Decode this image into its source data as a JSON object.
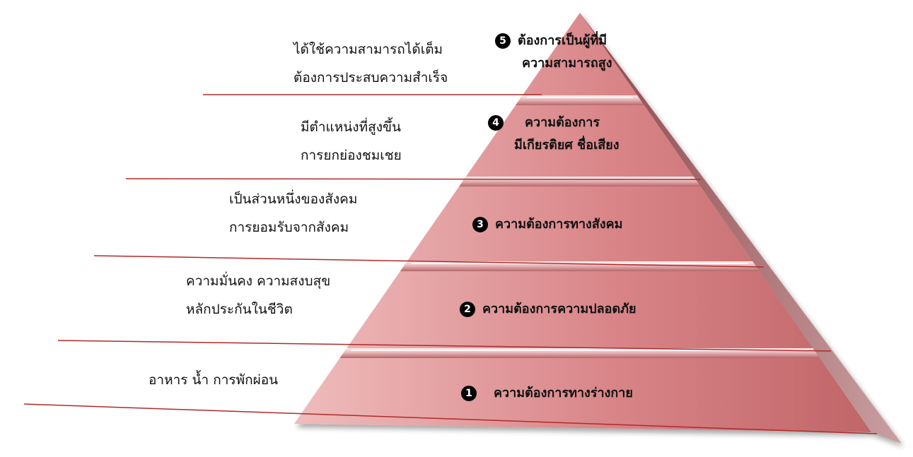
{
  "levels": [
    {
      "number": "1",
      "title_lines": [
        "ความต้องการทางร่างกาย"
      ],
      "desc_lines": [
        "อาหาร น้ำ การพักผ่อน"
      ]
    },
    {
      "number": "2",
      "title_lines": [
        "ความต้องการความปลอดภัย"
      ],
      "desc_lines": [
        "ความมั่นคง ความสงบสุข",
        "หลักประกันในชีวิต"
      ]
    },
    {
      "number": "3",
      "title_lines": [
        "ความต้องการทางสังคม"
      ],
      "desc_lines": [
        "เป็นส่วนหนึ่งของสังคม",
        "การยอมรับจากสังคม"
      ]
    },
    {
      "number": "4",
      "title_lines": [
        "ความต้องการ",
        "มีเกียรติยศ ชื่อเสียง"
      ],
      "desc_lines": [
        "มีตำแหน่งที่สูงขึ้น",
        "การยกย่องชมเชย"
      ]
    },
    {
      "number": "5",
      "title_lines": [
        "ต้องการเป็นผู้ที่มี",
        "ความสามารถสูง"
      ],
      "desc_lines": [
        "ได้ใช้ความสามารถได้เต็ม",
        "ต้องการประสบความสำเร็จ"
      ]
    }
  ],
  "colors": {
    "pyramid": "#d9878a",
    "pyramid_light": "#efc6c6",
    "pyramid_dark": "#a14e52",
    "line": "#b02a2a"
  }
}
